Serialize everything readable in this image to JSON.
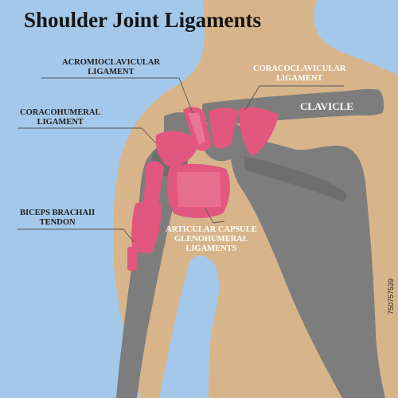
{
  "title": "Shoulder Joint Ligaments",
  "labels": {
    "acromioclavicular": [
      "ACROMIOCLAVICULAR",
      "LIGAMENT"
    ],
    "coracoclavicular": [
      "CORACOCLAVICULAR",
      "LIGAMENT"
    ],
    "clavicle": "CLAVICLE",
    "coracohumeral": [
      "CORACOHUMERAL",
      "LIGAMENT"
    ],
    "biceps": [
      "BICEPS BRACHAII",
      "TENDON"
    ],
    "capsule": [
      "ARTICULAR CAPSULE",
      "GLENOHUMERAL",
      "LIGAMENTS"
    ]
  },
  "stock_id": "750757539",
  "colors": {
    "background": "#a3c8ea",
    "skin": "#d8b48a",
    "bone": "#7d7d7d",
    "bone_dark": "#6e6e6e",
    "ligament": "#e2577f",
    "ligament_light": "#ee8aa8",
    "leader": "#555555"
  }
}
